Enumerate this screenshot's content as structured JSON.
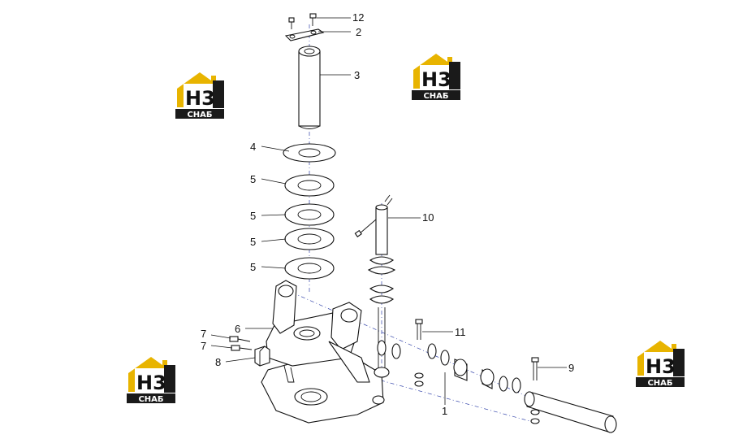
{
  "callouts": [
    {
      "id": "12",
      "label": "12"
    },
    {
      "id": "2a",
      "label": "2"
    },
    {
      "id": "3",
      "label": "3"
    },
    {
      "id": "4",
      "label": "4"
    },
    {
      "id": "5a",
      "label": "5"
    },
    {
      "id": "5b",
      "label": "5"
    },
    {
      "id": "5c",
      "label": "5"
    },
    {
      "id": "5d",
      "label": "5"
    },
    {
      "id": "6",
      "label": "6"
    },
    {
      "id": "7a",
      "label": "7"
    },
    {
      "id": "7b",
      "label": "7"
    },
    {
      "id": "8",
      "label": "8"
    },
    {
      "id": "10",
      "label": "10"
    },
    {
      "id": "11",
      "label": "11"
    },
    {
      "id": "9",
      "label": "9"
    },
    {
      "id": "1",
      "label": "1"
    }
  ],
  "watermark": {
    "letters": "H3",
    "caption": "СНАБ",
    "colors": {
      "accent": "#e8b400",
      "dark": "#1a1a1a"
    }
  }
}
